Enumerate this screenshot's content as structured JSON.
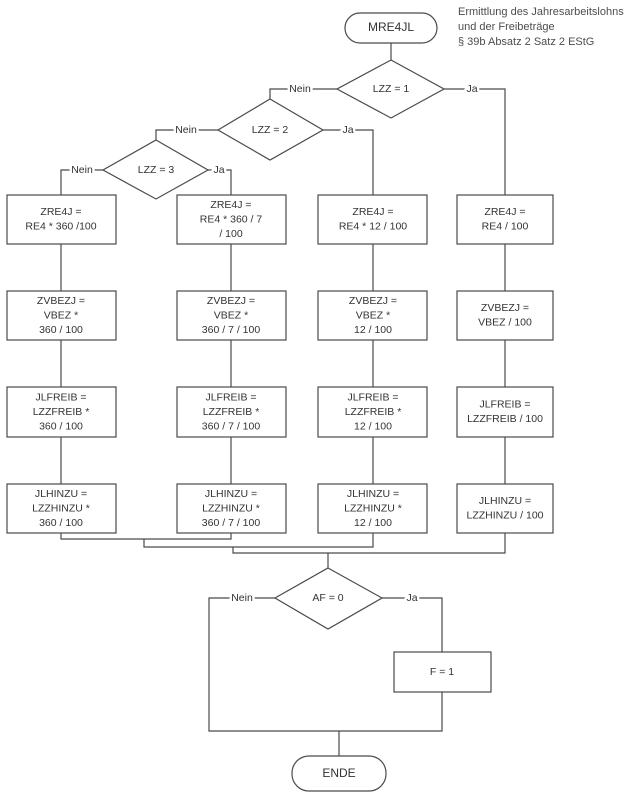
{
  "heading": {
    "lines": [
      "Ermittlung des Jahresarbeitslohns",
      "und der Freibeträge",
      "§ 39b Absatz 2 Satz 2 EStG"
    ]
  },
  "start_terminal": {
    "label": "MRE4JL"
  },
  "decisions": {
    "lzz1": {
      "label": "LZZ = 1",
      "no_label": "Nein",
      "yes_label": "Ja"
    },
    "lzz2": {
      "label": "LZZ = 2",
      "no_label": "Nein",
      "yes_label": "Ja"
    },
    "lzz3": {
      "label": "LZZ = 3",
      "no_label": "Nein",
      "yes_label": "Ja"
    },
    "af": {
      "label": "AF = 0",
      "no_label": "Nein",
      "yes_label": "Ja"
    }
  },
  "columns": [
    {
      "boxes": [
        {
          "lines": [
            "ZRE4J =",
            "RE4 * 360 /100"
          ]
        },
        {
          "lines": [
            "ZVBEZJ =",
            "VBEZ *",
            "360 / 100"
          ]
        },
        {
          "lines": [
            "JLFREIB =",
            "LZZFREIB *",
            "360 / 100"
          ]
        },
        {
          "lines": [
            "JLHINZU =",
            "LZZHINZU *",
            "360 / 100"
          ]
        }
      ]
    },
    {
      "boxes": [
        {
          "lines": [
            "ZRE4J =",
            "RE4 * 360 / 7",
            "/ 100"
          ]
        },
        {
          "lines": [
            "ZVBEZJ =",
            "VBEZ *",
            "360 / 7 / 100"
          ]
        },
        {
          "lines": [
            "JLFREIB =",
            "LZZFREIB *",
            "360 / 7 / 100"
          ]
        },
        {
          "lines": [
            "JLHINZU =",
            "LZZHINZU *",
            "360 / 7 / 100"
          ]
        }
      ]
    },
    {
      "boxes": [
        {
          "lines": [
            "ZRE4J =",
            "RE4 * 12 / 100"
          ]
        },
        {
          "lines": [
            "ZVBEZJ =",
            "VBEZ *",
            "12 / 100"
          ]
        },
        {
          "lines": [
            "JLFREIB =",
            "LZZFREIB *",
            "12 / 100"
          ]
        },
        {
          "lines": [
            "JLHINZU =",
            "LZZHINZU *",
            "12 / 100"
          ]
        }
      ]
    },
    {
      "boxes": [
        {
          "lines": [
            "ZRE4J =",
            "RE4 / 100"
          ]
        },
        {
          "lines": [
            "ZVBEZJ =",
            "VBEZ / 100"
          ]
        },
        {
          "lines": [
            "JLFREIB =",
            "LZZFREIB / 100"
          ]
        },
        {
          "lines": [
            "JLHINZU =",
            "LZZHINZU / 100"
          ]
        }
      ]
    }
  ],
  "f_box": {
    "label": "F = 1"
  },
  "end_terminal": {
    "label": "ENDE"
  }
}
